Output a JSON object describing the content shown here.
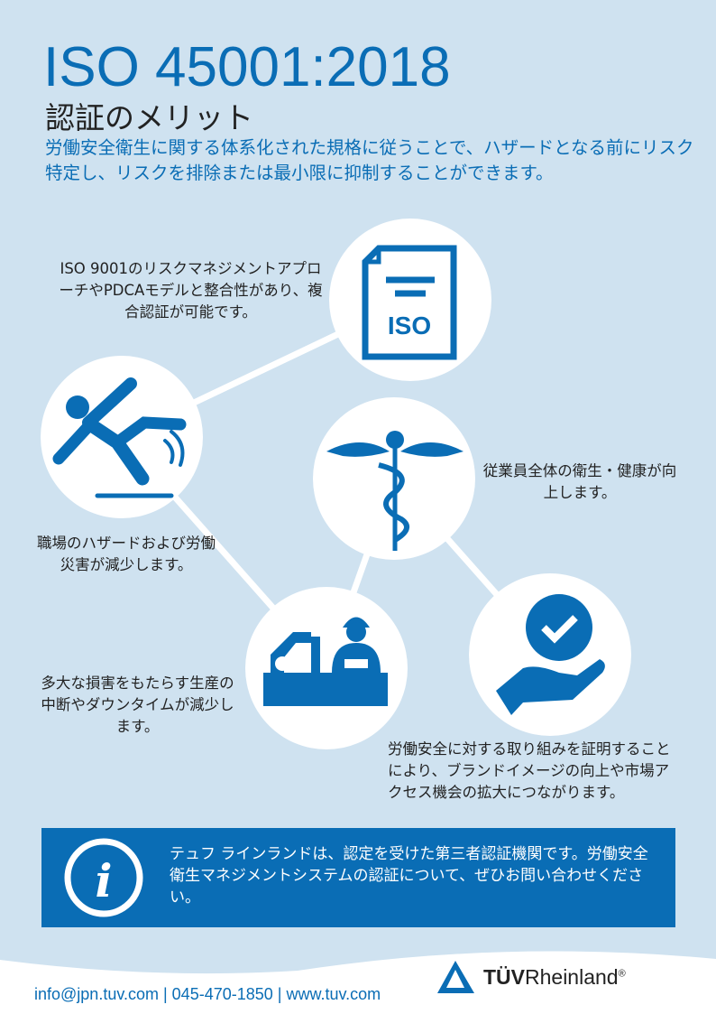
{
  "header": {
    "title": "ISO 45001:2018",
    "subtitle": "認証のメリット",
    "intro": "労働安全衛生に関する体系化された規格に従うことで、ハザードとなる前にリスク特定し、リスクを排除または最小限に抑制することができます。"
  },
  "benefits": [
    {
      "icon": "iso-document-icon",
      "text": "ISO 9001のリスクマネジメントアプローチやPDCAモデルと整合性があり、複合認証が可能です。",
      "icon_label": "ISO"
    },
    {
      "icon": "falling-person-icon",
      "text": "職場のハザードおよび労働災害が減少します。"
    },
    {
      "icon": "caduceus-icon",
      "text": "従業員全体の衛生・健康が向上します。"
    },
    {
      "icon": "factory-worker-icon",
      "text": "多大な損害をもたらす生産の中断やダウンタイムが減少します。"
    },
    {
      "icon": "hand-badge-icon",
      "text": "労働安全に対する取り組みを証明することにより、ブランドイメージの向上や市場アクセス機会の拡大につながります。"
    }
  ],
  "info": {
    "icon": "info-icon",
    "text": "テュフ ラインランドは、認定を受けた第三者認証機関です。労働安全衛生マネジメントシステムの認証について、ぜひお問い合わせください。"
  },
  "footer": {
    "contact": "info@jpn.tuv.com | 045-470-1850 | www.tuv.com",
    "logo_bold": "TÜV",
    "logo_rest": "Rheinland",
    "logo_reg": "®"
  },
  "colors": {
    "accent": "#0a6db5",
    "background": "#cfe2f0"
  }
}
